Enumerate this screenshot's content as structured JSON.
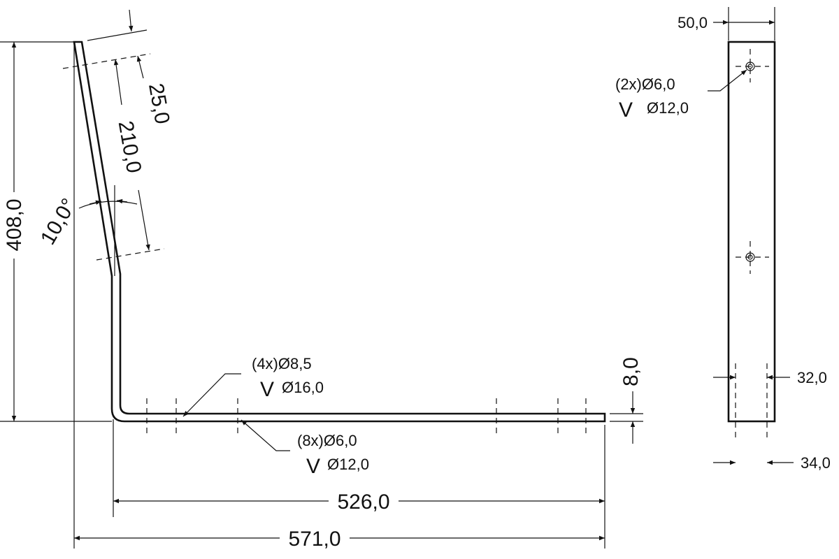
{
  "drawing": {
    "side_view": {
      "height_dim": "408,0",
      "total_length_dim": "571,0",
      "leg_length_dim": "526,0",
      "top_hole_offset_dim": "25,0",
      "hole_spacing_dim": "210,0",
      "angle_dim": "10,0°",
      "thickness_dim": "8,0",
      "countersunk_note": {
        "line1": "(4x)Ø8,5",
        "symbol": "V",
        "line2": "Ø16,0"
      },
      "hole_note": {
        "line1": "(8x)Ø6,0",
        "symbol": "V",
        "line2": "Ø12,0"
      }
    },
    "front_view": {
      "width_dim": "50,0",
      "hole_note": {
        "line1": "(2x)Ø6,0",
        "symbol": "V",
        "line2": "Ø12,0"
      },
      "spacing_inner_dim": "32,0",
      "spacing_outer_dim": "34,0"
    }
  }
}
